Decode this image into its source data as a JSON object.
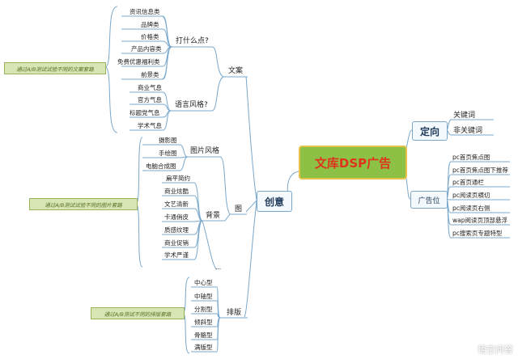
{
  "center": "文库DSP广告",
  "branches": {
    "chuangyi": "创意",
    "dingxiang": "定向",
    "guanggaowei": "广告位",
    "wenan": "文案",
    "tu": "图",
    "paiban": "排版"
  },
  "wenan": {
    "q1": "打什么点?",
    "q1_items": [
      "资讯信息类",
      "品牌类",
      "价格类",
      "产品内容类",
      "免费优惠福利类",
      "前景类"
    ],
    "q2": "语言风格?",
    "q2_items": [
      "商业气息",
      "官方气息",
      "标题党气息",
      "学术气息"
    ],
    "note": "通过A/B测试试验不同的文案套路"
  },
  "tu": {
    "style": "图片风格",
    "style_items": [
      "摄影图",
      "手绘图",
      "电脑合成图"
    ],
    "bg": "背景",
    "bg_items": [
      "扁平简约",
      "商业炫酷",
      "文艺清新",
      "卡通俏皮",
      "质感纹理",
      "商业促销",
      "学术严谨",
      "..."
    ],
    "note": "通过A/B测试试验不同的图片套路"
  },
  "paiban": {
    "items": [
      "中心型",
      "中轴型",
      "分割型",
      "倾斜型",
      "骨骼型",
      "满版型"
    ],
    "note": "通过A/B测试不同的排版套路"
  },
  "dingxiang_items": [
    "关键词",
    "非关键词"
  ],
  "guanggaowei_items": [
    "pc首页焦点图",
    "pc首页焦点图下推荐",
    "pc首页通栏",
    "pc阅读页横切",
    "pc阅读页右侧",
    "wap阅读页顶部悬浮",
    "pc搜索页专题特型"
  ],
  "watermark": "悟空问答",
  "colors": {
    "center_bg": "#8cc145",
    "center_text": "#e0321c",
    "line": "#7aa8cc",
    "note_bg": "#d7e6b4"
  }
}
